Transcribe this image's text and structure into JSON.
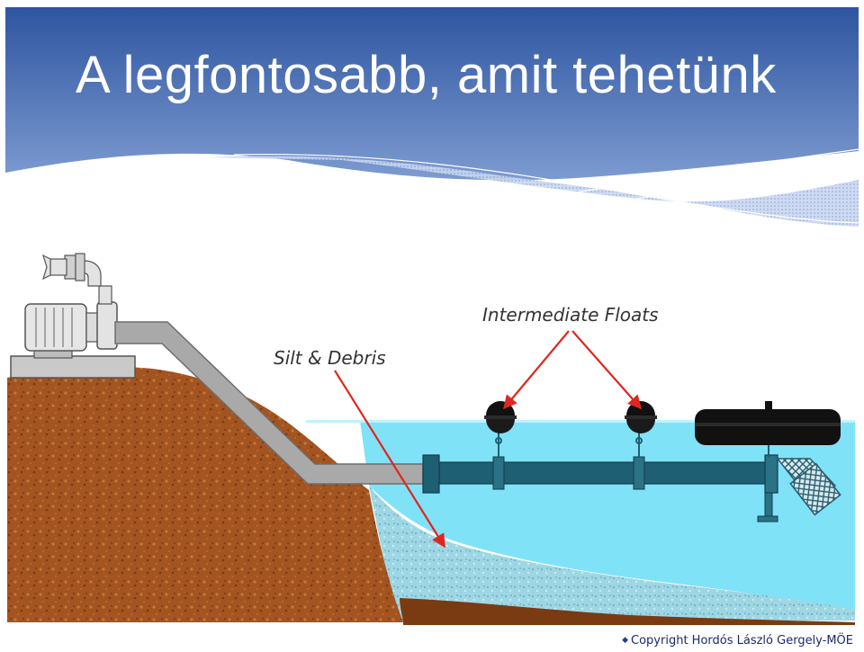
{
  "slide": {
    "title": "A legfontosabb, amit tehetünk",
    "footer": "Copyright Hordós László Gergely-MÖE"
  },
  "diagram": {
    "labels": {
      "floats": "Intermediate Floats",
      "silt": "Silt & Debris"
    }
  },
  "colors": {
    "header_top": "#2e55a0",
    "header_bottom": "#7d9bd1",
    "soil": "#a0521c",
    "water": "#80e2f7",
    "pipe": "#1f5f73",
    "arrow": "#e0261f"
  }
}
